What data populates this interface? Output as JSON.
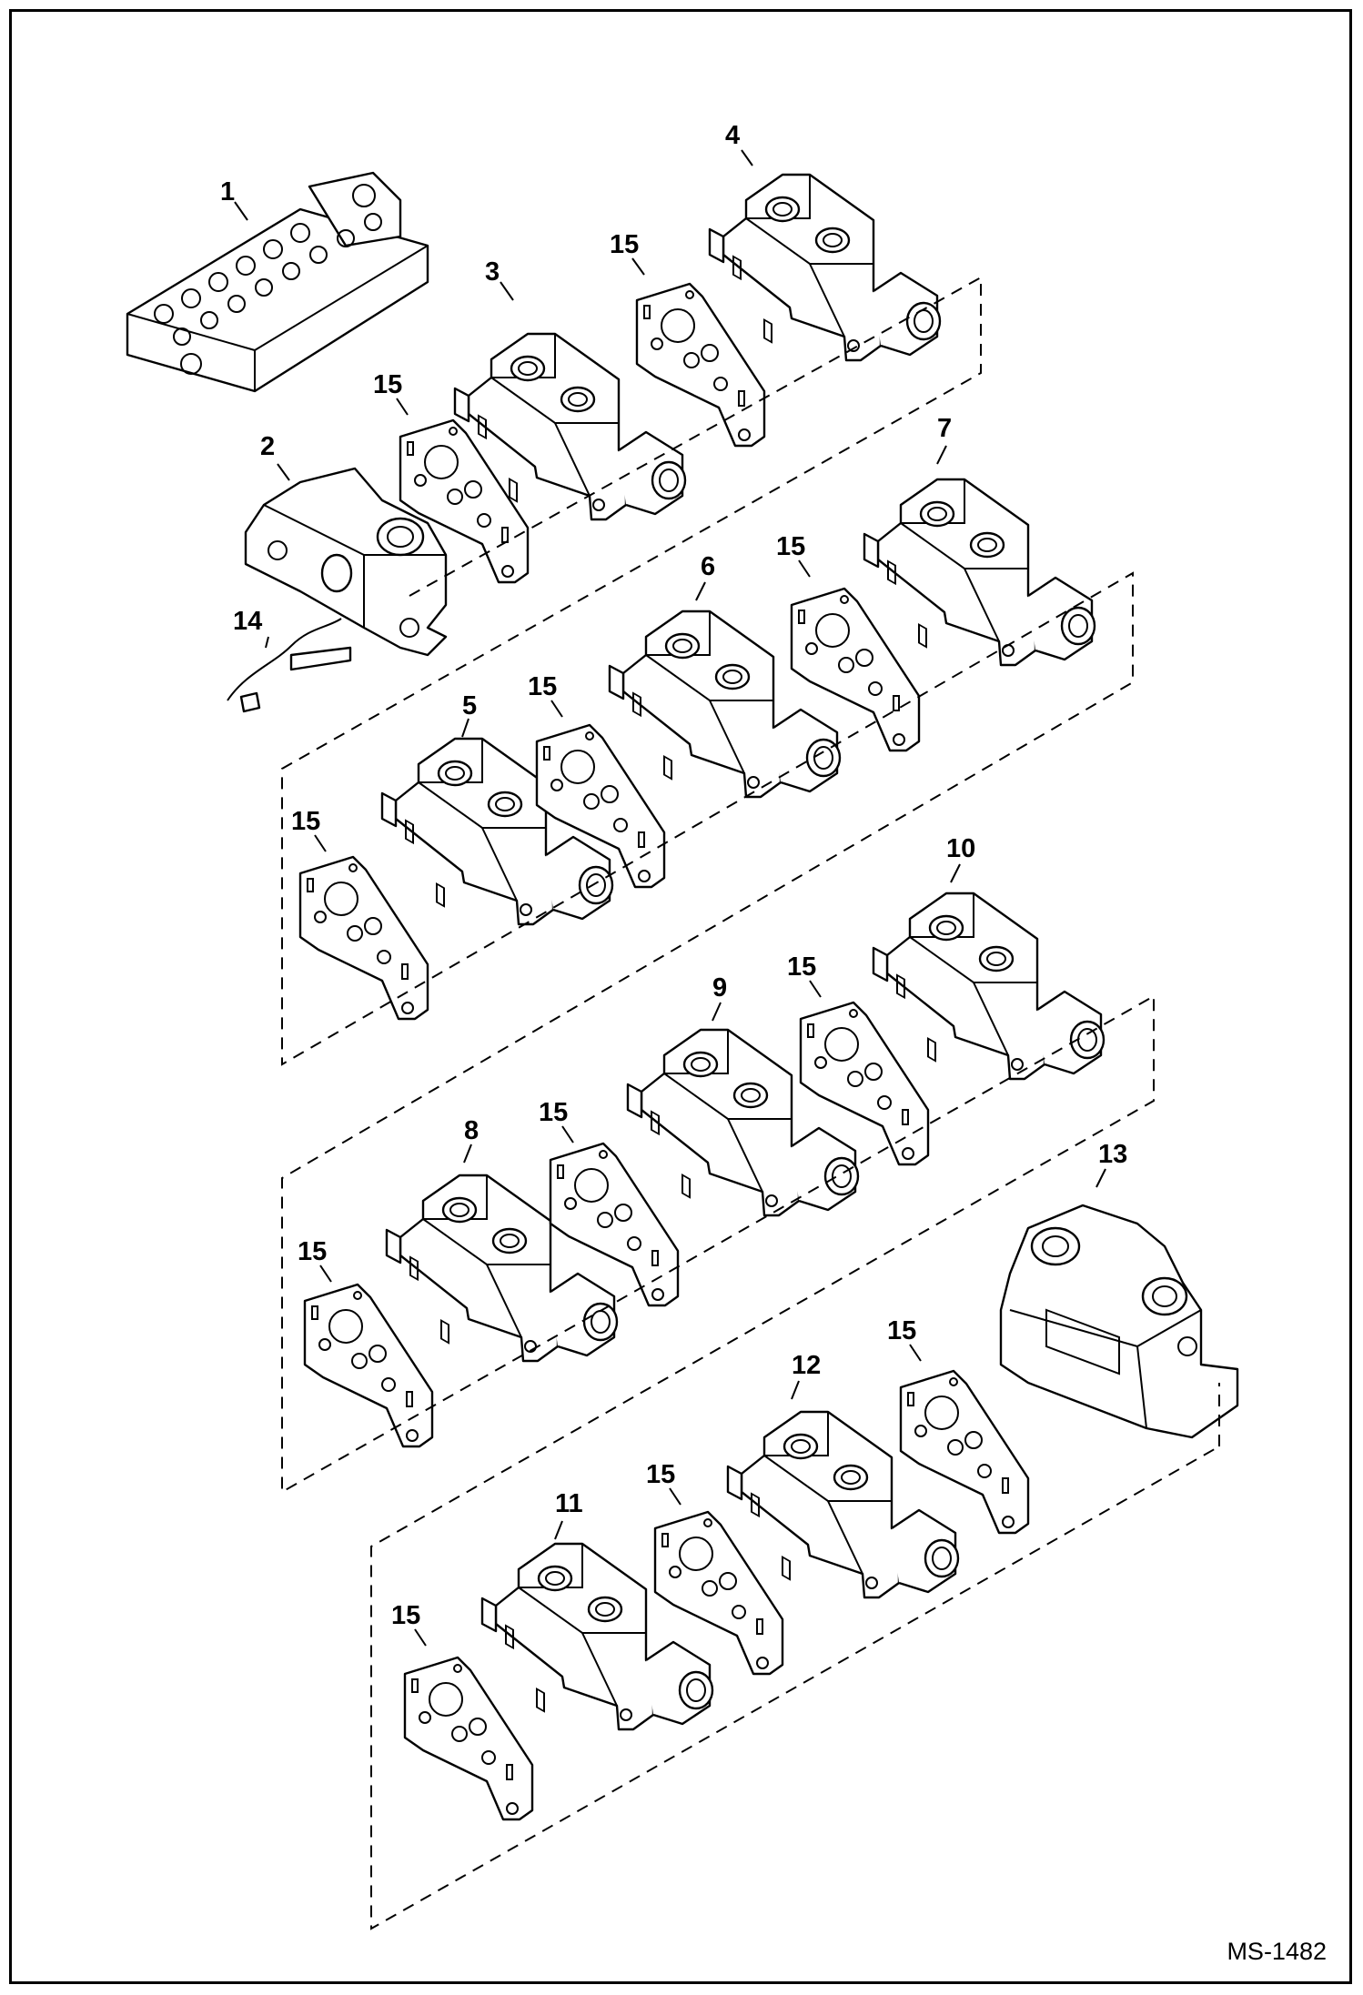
{
  "drawing_code": "MS-1482",
  "callouts": {
    "c1": "1",
    "c2": "2",
    "c3": "3",
    "c4": "4",
    "c5": "5",
    "c6": "6",
    "c7": "7",
    "c8": "8",
    "c9": "9",
    "c10": "10",
    "c11": "11",
    "c12": "12",
    "c13": "13",
    "c14": "14",
    "c15": "15"
  }
}
